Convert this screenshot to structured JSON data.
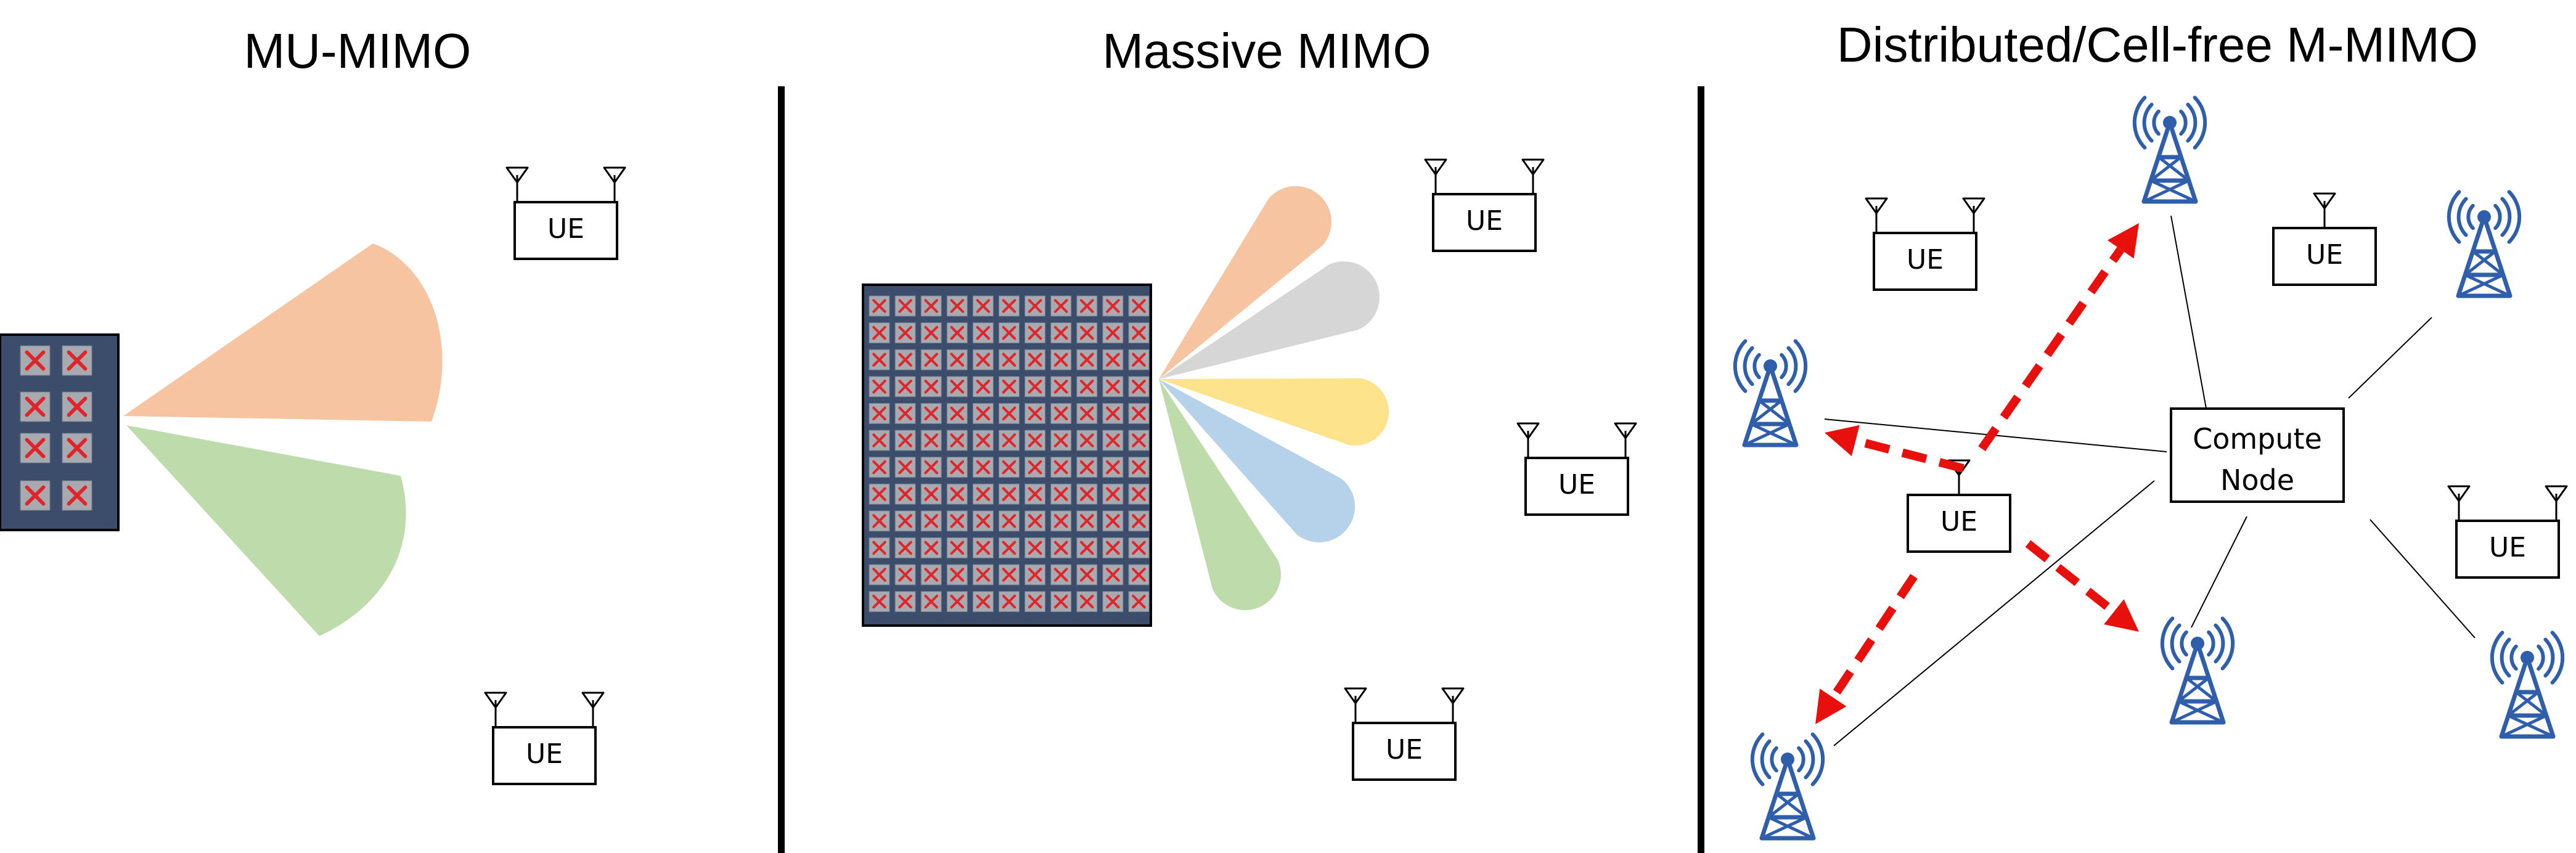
{
  "panels": [
    {
      "title": "MU-MIMO"
    },
    {
      "title": "Massive MIMO"
    },
    {
      "title": "Distributed/Cell-free M-MIMO"
    }
  ],
  "ue_label": "UE",
  "compute_node": {
    "line1": "Compute",
    "line2": "Node"
  },
  "colors": {
    "array_fill": "#3b4d6b",
    "element_fill": "#a9aab0",
    "element_cross": "#e0252a",
    "beam_orange": "#f6c4a1",
    "beam_gray": "#d6d6d6",
    "beam_yellow": "#fde38c",
    "beam_blue": "#b6d2ea",
    "beam_green": "#bedcab",
    "tower_blue": "#2f5fab",
    "arrow_red": "#e8100c"
  },
  "icons": [
    "antenna-array-icon",
    "ue-device-icon",
    "cell-tower-icon",
    "dashed-arrow-icon"
  ]
}
